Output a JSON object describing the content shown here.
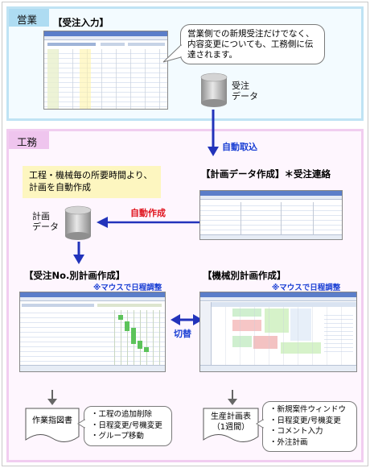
{
  "sections": {
    "sales": {
      "label": "営業"
    },
    "engineering": {
      "label": "工務"
    }
  },
  "order_entry": {
    "title": "【受注入力】",
    "bubble": [
      "営業側での新規受注だけでなく、",
      "内容変更についても、工務側に伝",
      "達されます。"
    ]
  },
  "order_db": {
    "label": [
      "受注",
      "データ"
    ]
  },
  "auto_import": {
    "label": "自動取込"
  },
  "plan_data_creation": {
    "title": "【計画データ作成】＊受注連絡"
  },
  "yellow_note": {
    "text": [
      "工程・機械毎の所要時間より、",
      "計画を自動作成"
    ]
  },
  "plan_db": {
    "label": [
      "計画",
      "データ"
    ]
  },
  "auto_create": {
    "label": "自動作成"
  },
  "order_plan": {
    "title": "【受注No.別計画作成】",
    "note": "※マウスで日程調整"
  },
  "machine_plan": {
    "title": "【機械別計画作成】",
    "note": "※マウスで日程調整"
  },
  "switch": {
    "label": "切替"
  },
  "work_instruction": {
    "label": "作業指図書"
  },
  "production_plan": {
    "label": [
      "生産計画表",
      "（1週間）"
    ]
  },
  "left_callout": {
    "items": [
      "・工程の追加削除",
      "・日程変更/号機変更",
      "・グループ移動"
    ]
  },
  "right_callout": {
    "items": [
      "・新規案件ウィンドウ",
      "・日程変更/号機変更",
      "・コメント入力",
      "・外注計画"
    ]
  },
  "colors": {
    "sales_border": "#bfe3f4",
    "sales_tag": "#aedcf2",
    "eng_border": "#f1cdf0",
    "eng_tag": "#efc5ee",
    "arrow_blue": "#2233bb",
    "arrow_red": "#e0141e",
    "note_blue": "#1a3fd4"
  }
}
